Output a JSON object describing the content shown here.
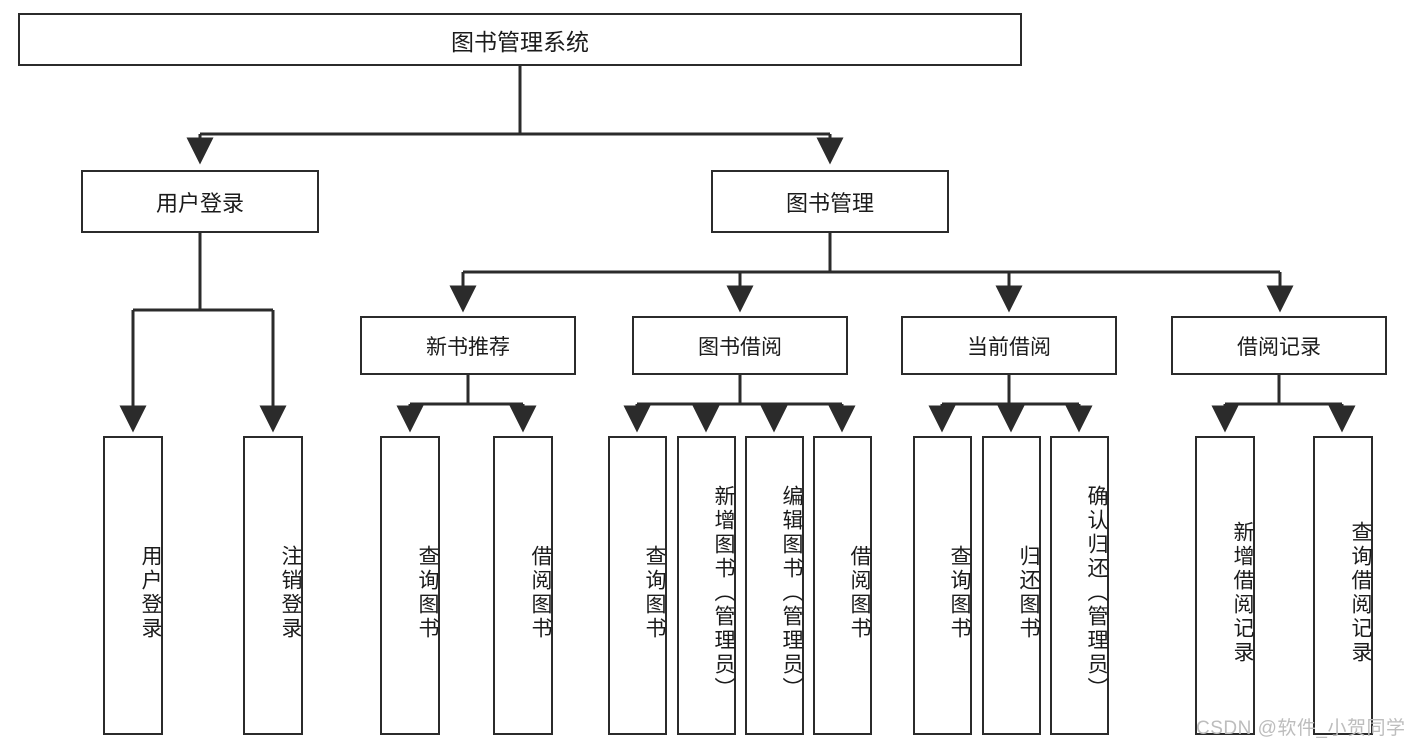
{
  "diagram": {
    "title_node": {
      "label": "图书管理系统"
    },
    "level2": [
      {
        "label": "用户登录"
      },
      {
        "label": "图书管理"
      }
    ],
    "level3": [
      {
        "label": "新书推荐"
      },
      {
        "label": "图书借阅"
      },
      {
        "label": "当前借阅"
      },
      {
        "label": "借阅记录"
      }
    ],
    "leaves": [
      {
        "label": "用户登录"
      },
      {
        "label": "注销登录"
      },
      {
        "label": "查询图书"
      },
      {
        "label": "借阅图书"
      },
      {
        "label": "查询图书"
      },
      {
        "label": "新增图书（管理员）"
      },
      {
        "label": "编辑图书（管理员）"
      },
      {
        "label": "借阅图书"
      },
      {
        "label": "查询图书"
      },
      {
        "label": "归还图书"
      },
      {
        "label": "确认归还（管理员）"
      },
      {
        "label": "新增借阅记录"
      },
      {
        "label": "查询借阅记录"
      }
    ]
  },
  "watermark": {
    "text": "CSDN @软件_小贺同学"
  },
  "colors": {
    "line": "#2b2b2b",
    "box_fill": "#ffffff",
    "text": "#1b1b1b",
    "watermark": "#bdbdbd"
  }
}
